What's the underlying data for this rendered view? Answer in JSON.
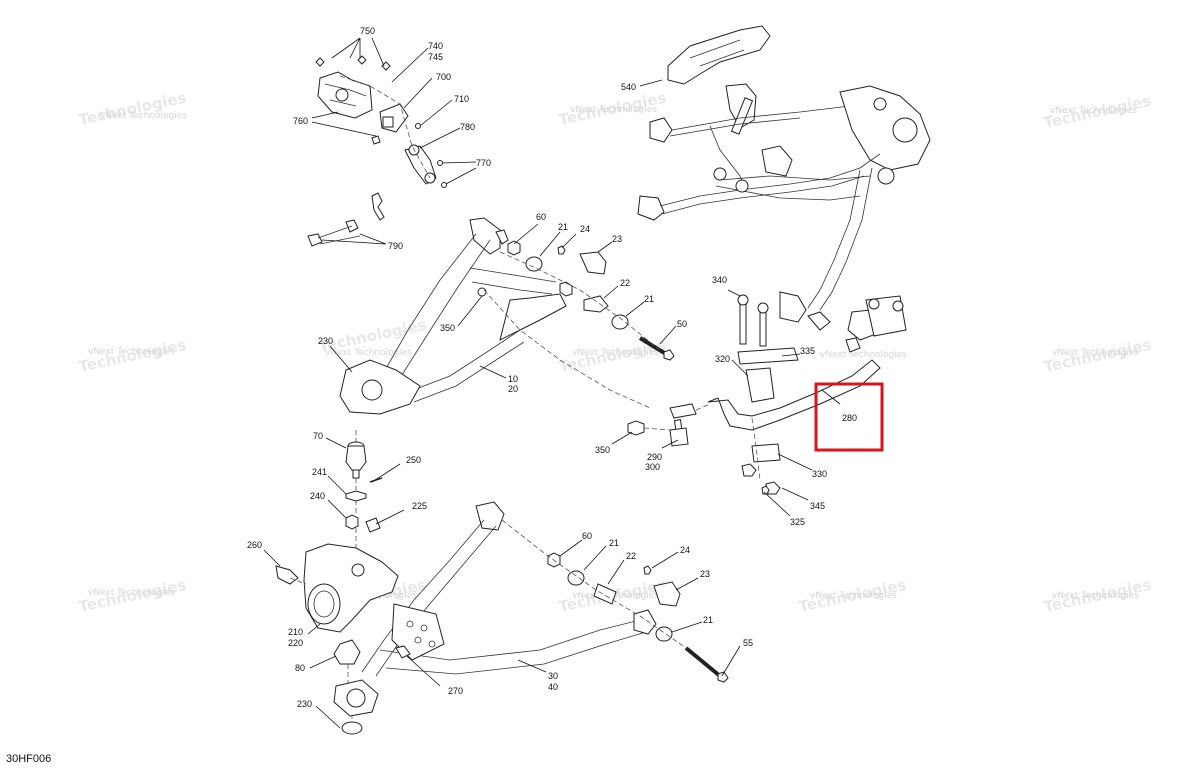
{
  "diagram_code": "30HF006",
  "watermark": {
    "line1": "vNext",
    "line2": "Technologies",
    "combined": "vNext Technologies"
  },
  "callouts": {
    "c750": "750",
    "c740": "740",
    "c745": "745",
    "c700": "700",
    "c710": "710",
    "c760": "760",
    "c780": "780",
    "c770": "770",
    "c790": "790",
    "c540": "540",
    "c60a": "60",
    "c21a": "21",
    "c24a": "24",
    "c23a": "23",
    "c22a": "22",
    "c21b": "21",
    "c50": "50",
    "c350a": "350",
    "c230a": "230",
    "c10": "10",
    "c20": "20",
    "c340": "340",
    "c320": "320",
    "c335": "335",
    "c280": "280",
    "c350b": "350",
    "c290": "290",
    "c300": "300",
    "c330": "330",
    "c345": "345",
    "c325": "325",
    "c70": "70",
    "c250": "250",
    "c241": "241",
    "c240": "240",
    "c225": "225",
    "c260": "260",
    "c210": "210",
    "c220": "220",
    "c80": "80",
    "c230b": "230",
    "c270": "270",
    "c30": "30",
    "c40": "40",
    "c60b": "60",
    "c21c": "21",
    "c22b": "22",
    "c24b": "24",
    "c23b": "23",
    "c21d": "21",
    "c55": "55"
  },
  "highlight": {
    "target": "280",
    "color": "#d9141b"
  }
}
